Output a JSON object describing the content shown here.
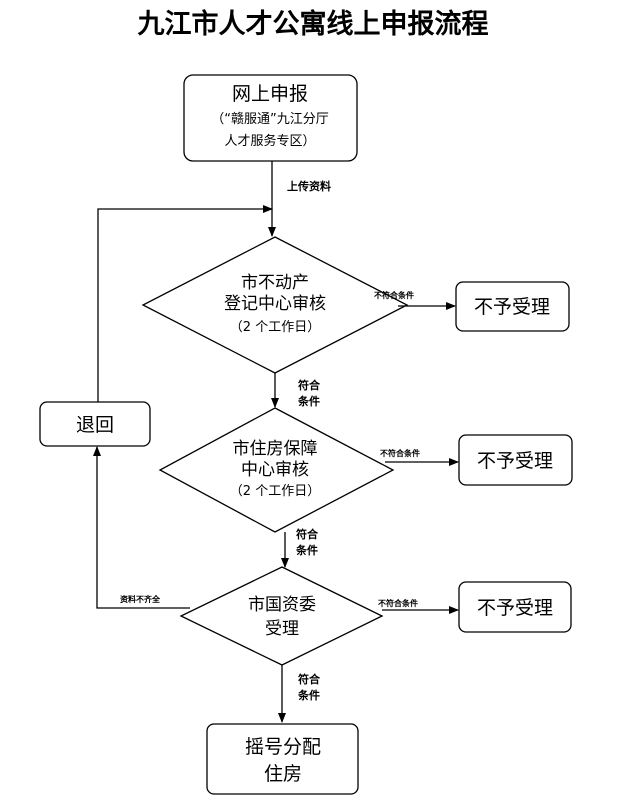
{
  "title": "九江市人才公寓线上申报流程",
  "start": {
    "line1": "网上申报",
    "line2": "（“赣服通”九江分厅",
    "line3": "人才服务专区）"
  },
  "upload_label": "上传资料",
  "step1": {
    "line1": "市不动产",
    "line2": "登记中心审核",
    "line3": "（2 个工作日）",
    "reject_label": "不符合条件",
    "reject_text": "不予受理"
  },
  "pass1": {
    "line1": "符合",
    "line2": "条件"
  },
  "returned": {
    "text": "退回",
    "label": "资料不齐全"
  },
  "step2": {
    "line1": "市住房保障",
    "line2": "中心审核",
    "line3": "（2 个工作日）",
    "reject_label": "不符合条件",
    "reject_text": "不予受理"
  },
  "pass2": {
    "line1": "符合",
    "line2": "条件"
  },
  "step3": {
    "line1": "市国资委",
    "line2": "受理",
    "reject_label": "不符合条件",
    "reject_text": "不予受理"
  },
  "pass3": {
    "line1": "符合",
    "line2": "条件"
  },
  "end": {
    "line1": "摇号分配",
    "line2": "住房"
  }
}
